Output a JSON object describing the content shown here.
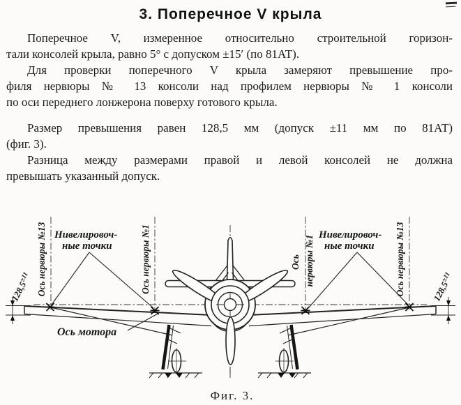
{
  "article": {
    "title": "3. Поперечное V крыла",
    "paragraphs": [
      {
        "lines": [
          "Поперечное V, измеренное относительно строительной горизон-",
          "тали консолей крыла, равно 5° с допуском ±15′ (по 81АТ)."
        ]
      },
      {
        "lines": [
          "Для проверки поперечного V крыла замеряют превышение про-",
          "филя нервюры № 13 консоли над профилем нервюры № 1 консоли",
          "по оси переднего лонжерона поверху готового крыла."
        ]
      },
      {
        "lines": [
          "Размер превышения равен 128,5 мм (допуск ±11 мм по 81АТ)",
          "(фиг. 3)."
        ]
      },
      {
        "lines": [
          "Разница между размерами правой и левой консолей не должна",
          "превышать указанный допуск."
        ]
      }
    ]
  },
  "figure": {
    "caption": "Фиг. 3.",
    "labels": {
      "rib13": "Ось нервюры №13",
      "rib1": "Ось нервюры №1",
      "rib1_word1": "Ось",
      "rib1_word2": "нервюры №1",
      "leveling_line1": "Нивелировоч-",
      "leveling_line2": "ные точки",
      "motor_axis": "Ось мотора",
      "dim_value": "128,5",
      "dim_tolerance": "±11"
    }
  }
}
